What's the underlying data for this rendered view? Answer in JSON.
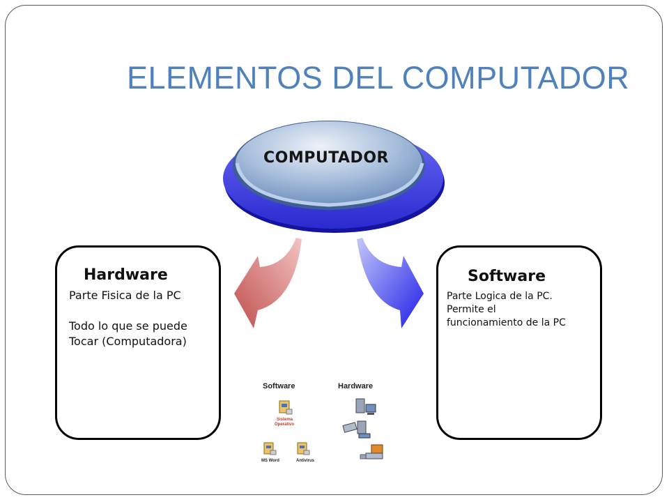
{
  "title": "ELEMENTOS DEL COMPUTADOR",
  "hub": {
    "label": "COMPUTADOR"
  },
  "hardware": {
    "title": "Hardware",
    "line1": "Parte Fisica de la PC",
    "line2": "Todo lo que se puede",
    "line3": "Tocar (Computadora)"
  },
  "software": {
    "title": "Software",
    "line1": "Parte Logica de la PC.",
    "line2": "Permite el",
    "line3": "funcionamiento de la PC"
  },
  "illustration": {
    "software_header": "Software",
    "hardware_header": "Hardware",
    "so_label_1": "Sistema",
    "so_label_2": "Operativo",
    "word_label": "MS Word",
    "antivirus_label": "Antivirus"
  },
  "colors": {
    "title": "#4f81bd",
    "hub_outer": "#3a3ae0",
    "hub_inner": "#7fa0c8",
    "arrow_left": "#c0504d",
    "arrow_right": "#3434ee"
  }
}
